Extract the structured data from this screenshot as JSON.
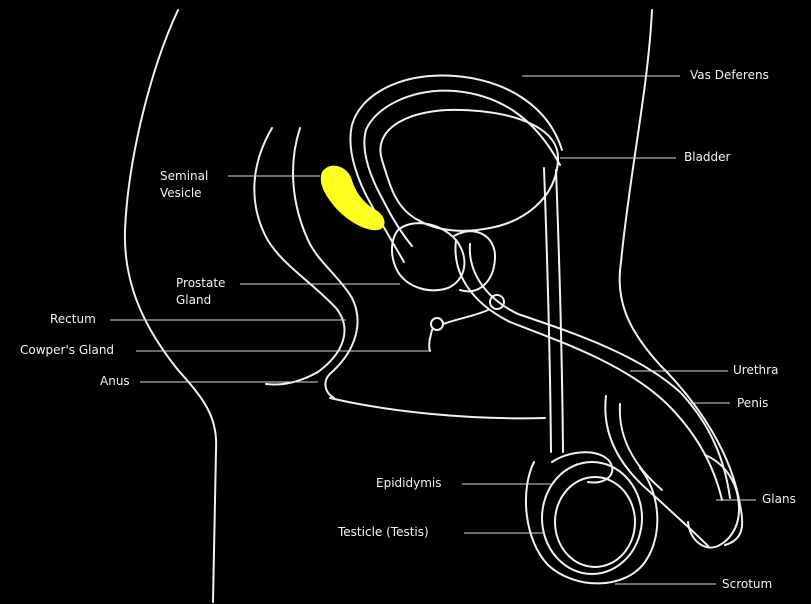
{
  "colors": {
    "background": "#000000",
    "line": "#f0f0f0",
    "highlight": "#ffff22"
  },
  "highlighted_structure": "Seminal Vesicle",
  "labels": {
    "vas_deferens": "Vas Deferens",
    "bladder": "Bladder",
    "seminal_vesicle": "Seminal Vesicle",
    "prostate_gland": "Prostate Gland",
    "rectum": "Rectum",
    "cowpers_gland": "Cowper's Gland",
    "anus": "Anus",
    "urethra": "Urethra",
    "penis": "Penis",
    "epididymis": "Epididymis",
    "glans": "Glans",
    "testicle": "Testicle (Testis)",
    "scrotum": "Scrotum"
  }
}
